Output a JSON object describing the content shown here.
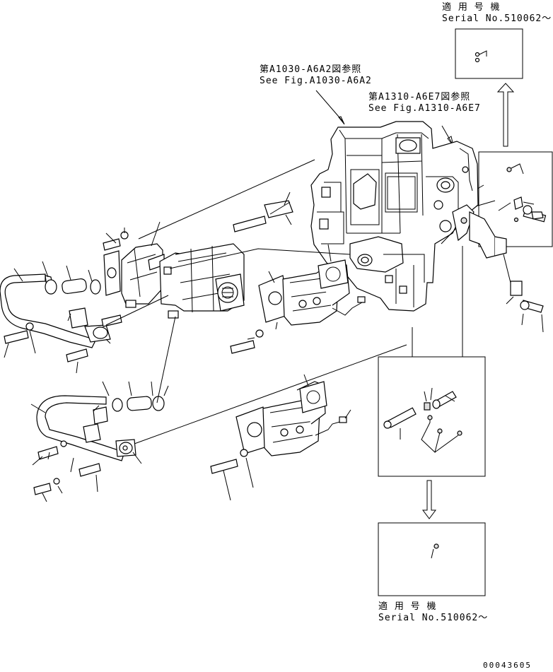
{
  "header_serial": {
    "applicable_label": "適 用 号 機",
    "serial_text": "Serial No.510062～"
  },
  "footer_serial": {
    "applicable_label": "適 用 号 機",
    "serial_text": "Serial No.510062～"
  },
  "ref_a1030": {
    "jp": "第A1030-A6A2図参照",
    "en": "See Fig.A1030-A6A2"
  },
  "ref_a1310": {
    "jp": "第A1310-A6E7図参照",
    "en": "See Fig.A1310-A6E7"
  },
  "drawing_number": "00043605"
}
